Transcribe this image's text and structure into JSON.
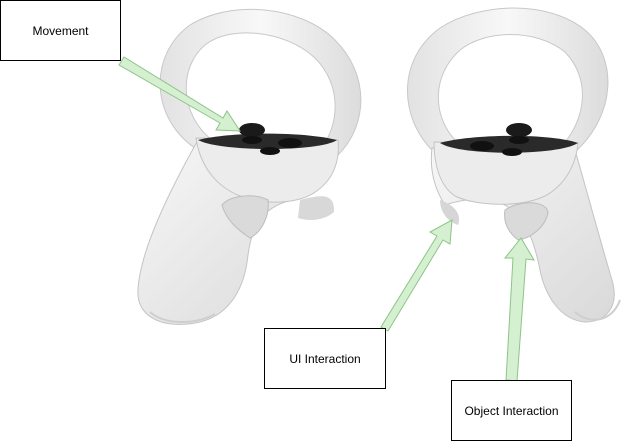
{
  "labels": {
    "movement": "Movement",
    "ui_interaction": "UI Interaction",
    "object_interaction": "Object Interaction"
  },
  "colors": {
    "arrow_fill": "#d5f0d0",
    "arrow_stroke": "#8cc487",
    "controller_body": "#eeeeee",
    "controller_shadow": "#d4d4d4",
    "controller_faceplate": "#2a2a2a",
    "box_border": "#000000"
  },
  "icons": {
    "left_controller": "vr-controller-left-icon",
    "right_controller": "vr-controller-right-icon"
  }
}
